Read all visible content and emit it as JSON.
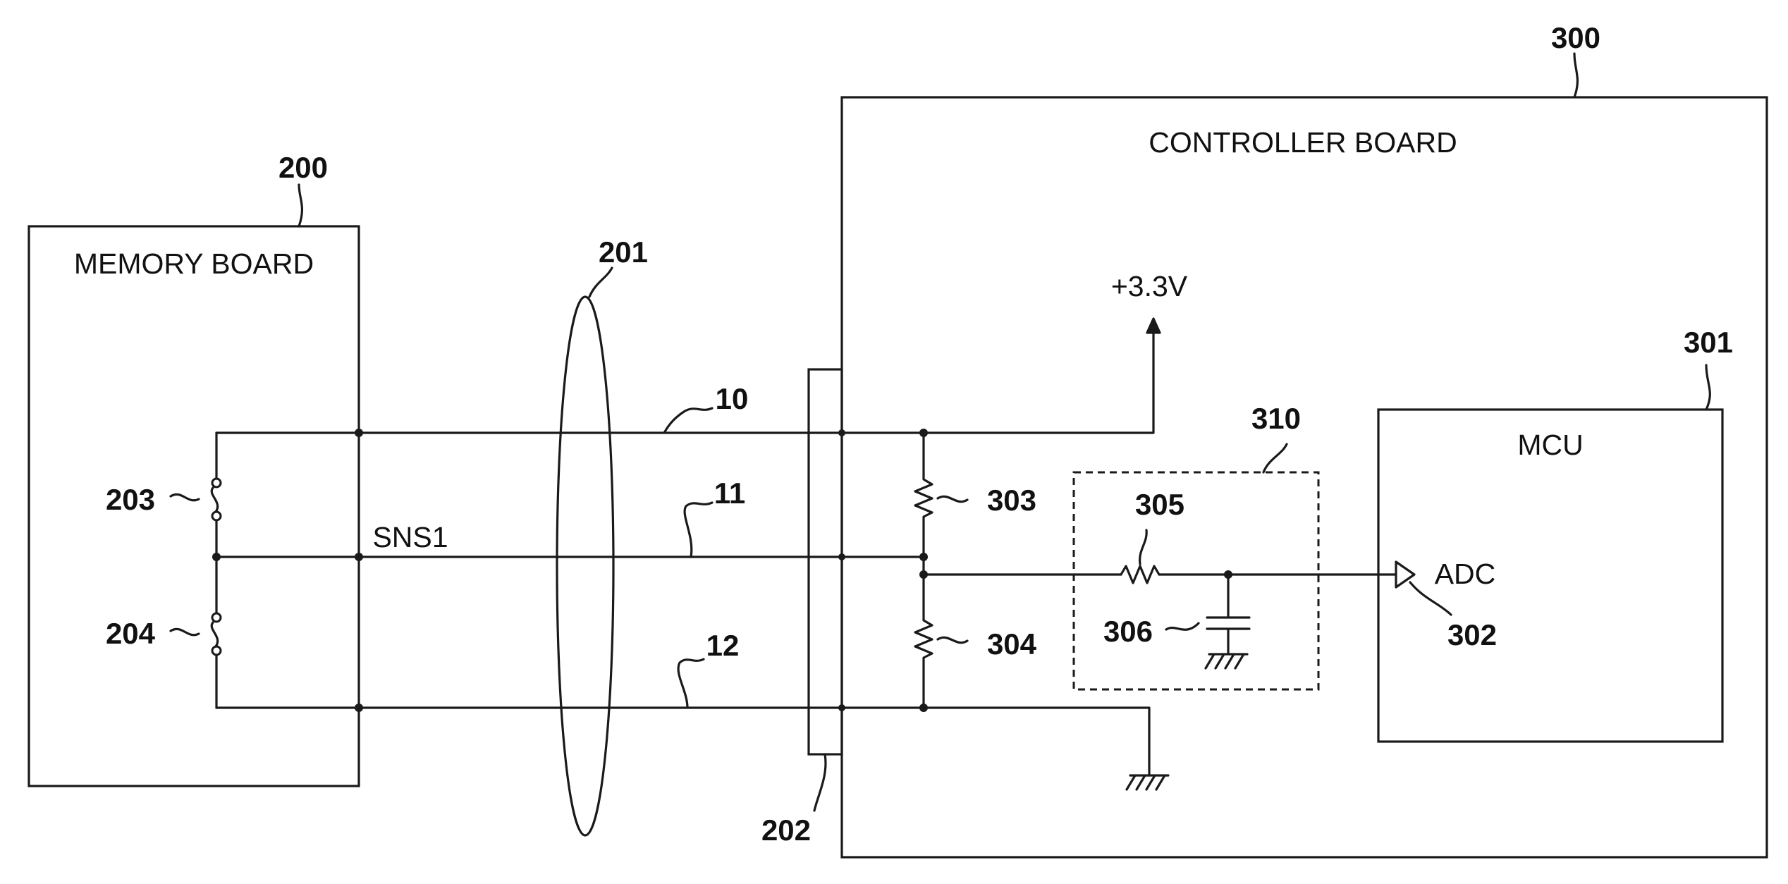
{
  "refs": {
    "memory_board": "200",
    "harness": "201",
    "connector": "202",
    "switch_a": "203",
    "switch_b": "204",
    "controller_board": "300",
    "mcu": "301",
    "adc_port": "302",
    "resistor_upper": "303",
    "resistor_lower": "304",
    "resistor_filter": "305",
    "capacitor": "306",
    "filter_block": "310",
    "line_power": "10",
    "line_sense": "11",
    "line_ground": "12"
  },
  "labels": {
    "memory_board": "MEMORY BOARD",
    "controller_board": "CONTROLLER BOARD",
    "mcu": "MCU",
    "adc": "ADC",
    "supply": "+3.3V",
    "sense_signal": "SNS1"
  }
}
